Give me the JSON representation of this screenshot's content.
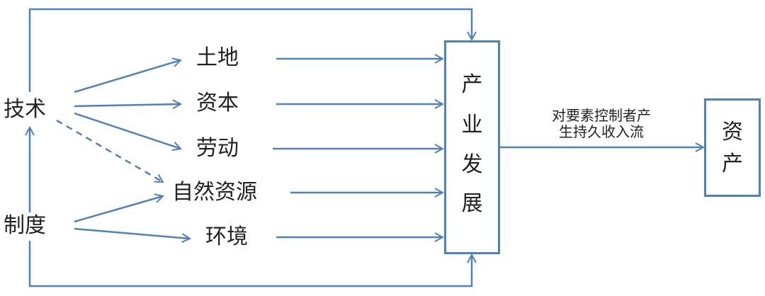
{
  "nodes": {
    "technology": "技术",
    "institution": "制度",
    "land": "土地",
    "capital": "资本",
    "labor": "劳动",
    "natural_resources": "自然资源",
    "environment": "环境",
    "industry_development": [
      "产",
      "业",
      "发",
      "展"
    ],
    "assets": [
      "资",
      "产"
    ]
  },
  "edge_label": {
    "line1": "对要素控制者产",
    "line2": "生持久收入流"
  },
  "colors": {
    "line": "#4f81bd",
    "text": "#222222"
  }
}
